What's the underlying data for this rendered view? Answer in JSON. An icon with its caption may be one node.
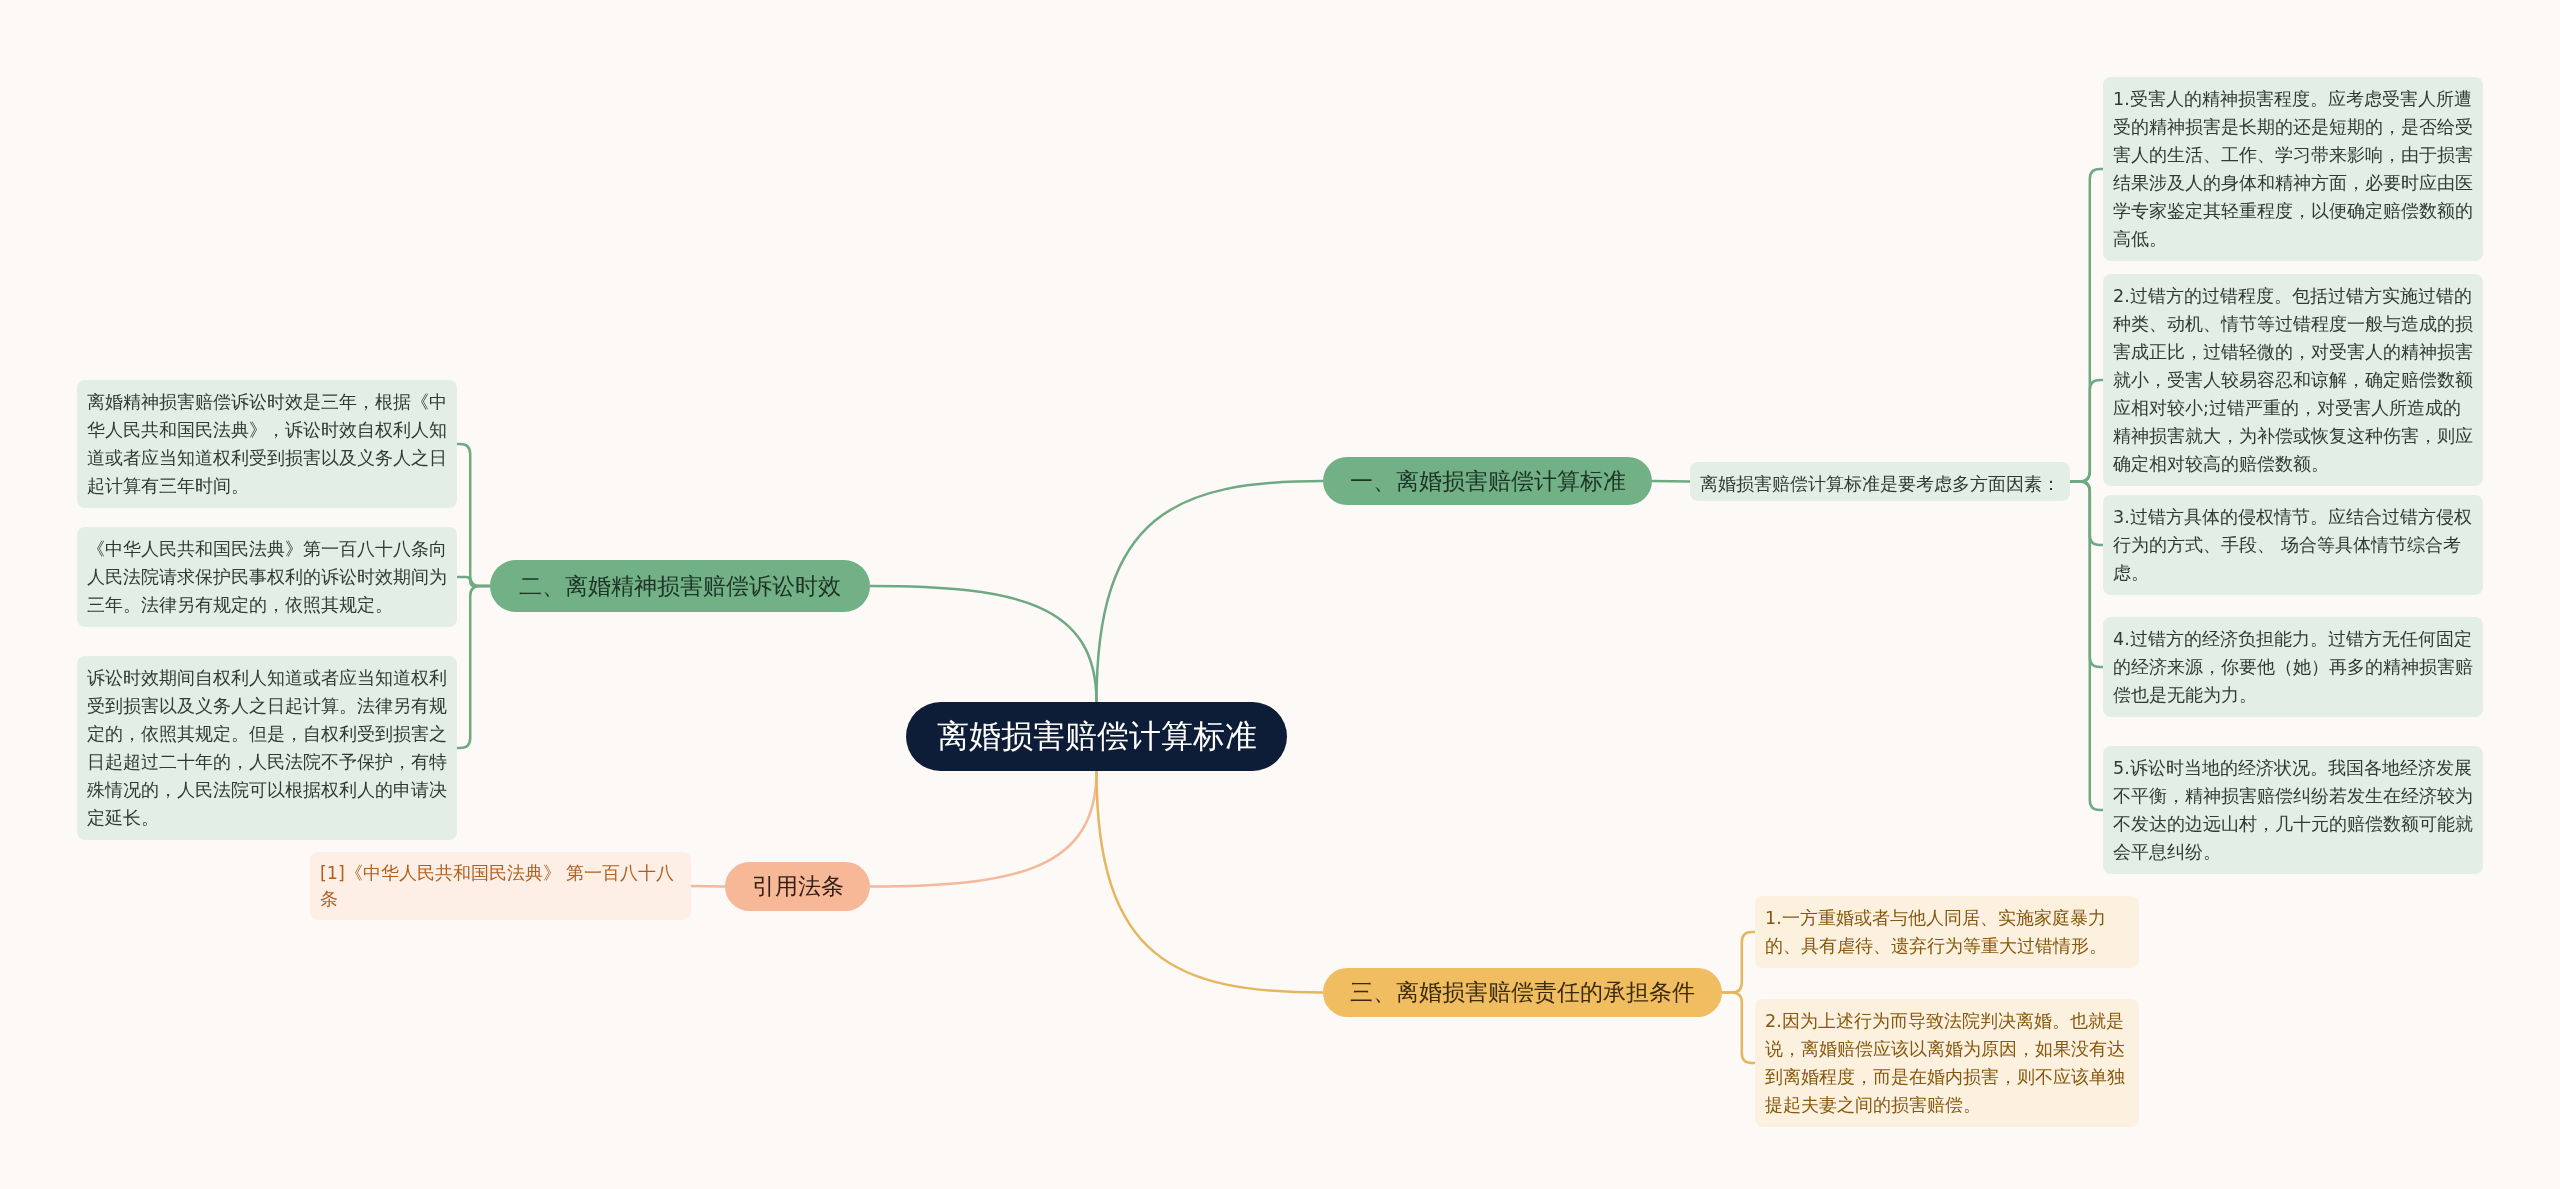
{
  "diagram": {
    "nodes": [
      {
        "text": [
          "离婚损害赔偿计算标准"
        ]
      },
      {
        "text": [
          "一、离婚损害赔偿计算标准"
        ]
      },
      {
        "text": [
          "离婚损害赔偿计算标准是要考虑多方面因素："
        ]
      },
      {
        "text": [
          "1.受害人的精神损害程度。应考虑受害人所遭受的精神损害是长期的还是短期的，是否给受害人的生活、工作、学习带来影响，由于损害结果涉及人的身体和精神方面，必要时应由医学专家鉴定其轻重程度，以便确定赔偿数额的高低。"
        ]
      },
      {
        "text": [
          "2.过错方的过错程度。包括过错方实施过错的种类、动机、情节等过错程度一般与造成的损害成正比，过错轻微的，对受害人的精神损害就小，受害人较易容忍和谅解，确定赔偿数额应相对较小;过错严重的，对受害人所造成的精神损害就大，为补偿或恢复这种伤害，则应确定相对较高的赔偿数额。"
        ]
      },
      {
        "text": [
          "3.过错方具体的侵权情节。应结合过错方侵权行为的方式、手段、 场合等具体情节综合考虑。"
        ]
      },
      {
        "text": [
          "4.过错方的经济负担能力。过错方无任何固定的经济来源，你要他（她）再多的精神损害赔偿也是无能为力。"
        ]
      },
      {
        "text": [
          "5.诉讼时当地的经济状况。我国各地经济发展不平衡，精神损害赔偿纠纷若发生在经济较为不发达的边远山村，几十元的赔偿数额可能就会平息纠纷。"
        ]
      },
      {
        "text": [
          "二、离婚精神损害赔偿诉讼时效"
        ]
      },
      {
        "text": [
          "离婚精神损害赔偿诉讼时效是三年，根据《中华人民共和国民法典》，诉讼时效自权利人知道或者应当知道权利受到损害以及义务人之日起计算有三年时间。"
        ]
      },
      {
        "text": [
          "《中华人民共和国民法典》第一百八十八条向人民法院请求保护民事权利的诉讼时效期间为三年。法律另有规定的，依照其规定。"
        ]
      },
      {
        "text": [
          "诉讼时效期间自权利人知道或者应当知道权利受到损害以及义务人之日起计算。法律另有规定的，依照其规定。但是，自权利受到损害之日起超过二十年的，人民法院不予保护，有特殊情况的，人民法院可以根据权利人的申请决定延长。"
        ]
      },
      {
        "text": [
          "引用法条"
        ]
      },
      {
        "text": [
          "[1]《中华人民共和国民法典》 第一百八十八条"
        ]
      },
      {
        "text": [
          "三、离婚损害赔偿责任的承担条件"
        ]
      },
      {
        "text": [
          "1.一方重婚或者与他人同居、实施家庭暴力的、具有虐待、遗弃行为等重大过错情形。"
        ]
      },
      {
        "text": [
          "2.因为上述行为而导致法院判决离婚。也就是说，离婚赔偿应该以离婚为原因，如果没有达到离婚程度，而是在婚内损害，则不应该单独提起夫妻之间的损害赔偿。"
        ]
      }
    ],
    "edges": [
      {
        "from": 0,
        "to": 1,
        "arrow": "none"
      },
      {
        "from": 1,
        "to": 2,
        "arrow": "none"
      },
      {
        "from": 2,
        "to": 3,
        "arrow": "none"
      },
      {
        "from": 2,
        "to": 4,
        "arrow": "none"
      },
      {
        "from": 2,
        "to": 5,
        "arrow": "none"
      },
      {
        "from": 2,
        "to": 6,
        "arrow": "none"
      },
      {
        "from": 2,
        "to": 7,
        "arrow": "none"
      },
      {
        "from": 0,
        "to": 8,
        "arrow": "none"
      },
      {
        "from": 8,
        "to": 9,
        "arrow": "none"
      },
      {
        "from": 8,
        "to": 10,
        "arrow": "none"
      },
      {
        "from": 8,
        "to": 11,
        "arrow": "none"
      },
      {
        "from": 0,
        "to": 12,
        "arrow": "none",
        "color": "#f3b99a"
      },
      {
        "from": 12,
        "to": 13,
        "arrow": "none",
        "color": "#f3b99a"
      },
      {
        "from": 0,
        "to": 14,
        "arrow": "none",
        "color": "#e6b65e"
      },
      {
        "from": 14,
        "to": 15,
        "arrow": "none",
        "color": "#e6b65e"
      },
      {
        "from": 14,
        "to": 16,
        "arrow": "none",
        "color": "#e6b65e"
      }
    ]
  }
}
